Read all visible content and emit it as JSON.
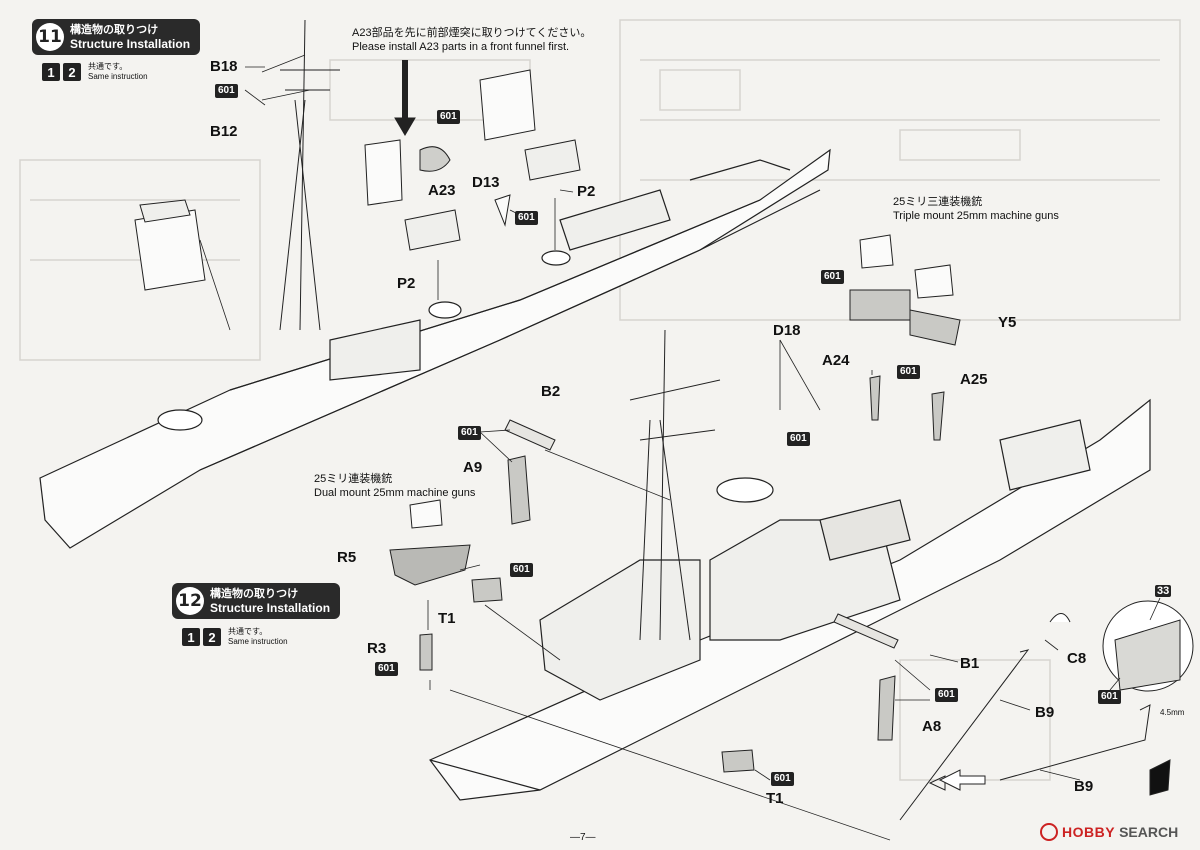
{
  "steps": [
    {
      "number": "11",
      "title_jp": "構造物の取りつけ",
      "title_en": "Structure Installation",
      "same_jp": "共通です。",
      "same_en": "Same instruction",
      "variants": [
        "1",
        "2"
      ]
    },
    {
      "number": "12",
      "title_jp": "構造物の取りつけ",
      "title_en": "Structure Installation",
      "same_jp": "共通です。",
      "same_en": "Same instruction",
      "variants": [
        "1",
        "2"
      ]
    }
  ],
  "notes": {
    "a23_jp": "A23部品を先に前部煙突に取りつけてください。",
    "a23_en": "Please install A23 parts in a front funnel first.",
    "triple_jp": "25ミリ三連装機銃",
    "triple_en": "Triple mount 25mm machine guns",
    "dual_jp": "25ミリ連装機銃",
    "dual_en": "Dual mount 25mm machine guns"
  },
  "part_labels": {
    "B18": "B18",
    "B12": "B12",
    "A23": "A23",
    "D13": "D13",
    "P2a": "P2",
    "P2b": "P2",
    "D18": "D18",
    "A24": "A24",
    "A25": "A25",
    "Y5": "Y5",
    "B2": "B2",
    "A9": "A9",
    "R5": "R5",
    "T1a": "T1",
    "R3": "R3",
    "B1": "B1",
    "C8": "C8",
    "A8": "A8",
    "B9a": "B9",
    "B9b": "B9",
    "T1b": "T1",
    "n33": "33",
    "mm45": "4.5mm"
  },
  "glue_tag": "601",
  "page_number": "—7—",
  "watermark": {
    "brand": "HOBBY",
    "suffix": "SEARCH"
  }
}
